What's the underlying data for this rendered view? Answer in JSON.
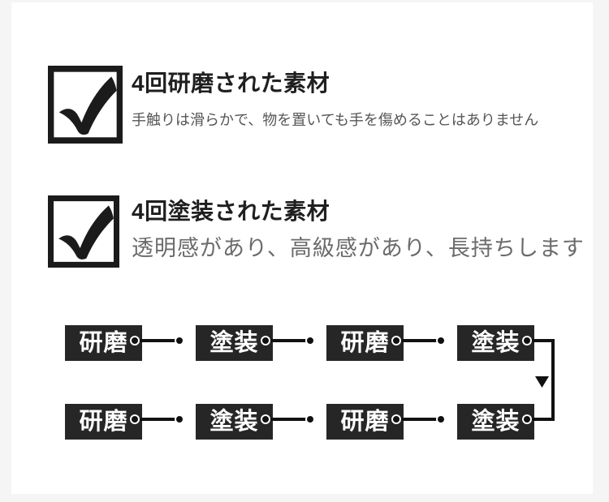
{
  "page": {
    "background_color": "#f5f5f6",
    "panel_color": "#ffffff"
  },
  "features": [
    {
      "icon": "checked-checkbox-icon",
      "title": "4回研磨された素材",
      "description": "手触りは滑らかで、物を置いても手を傷めることはありません"
    },
    {
      "icon": "checked-checkbox-icon",
      "title": "4回塗装された素材",
      "description": "透明感があり、高級感があり、長持ちします"
    }
  ],
  "process_flow": {
    "row1": [
      "研磨",
      "塗装",
      "研磨",
      "塗装"
    ],
    "row2": [
      "研磨",
      "塗装",
      "研磨",
      "塗装"
    ],
    "arrow_icon": "down-triangle-icon",
    "box_background": "#262626",
    "box_text_color": "#ffffff",
    "connector_color": "#111111"
  }
}
